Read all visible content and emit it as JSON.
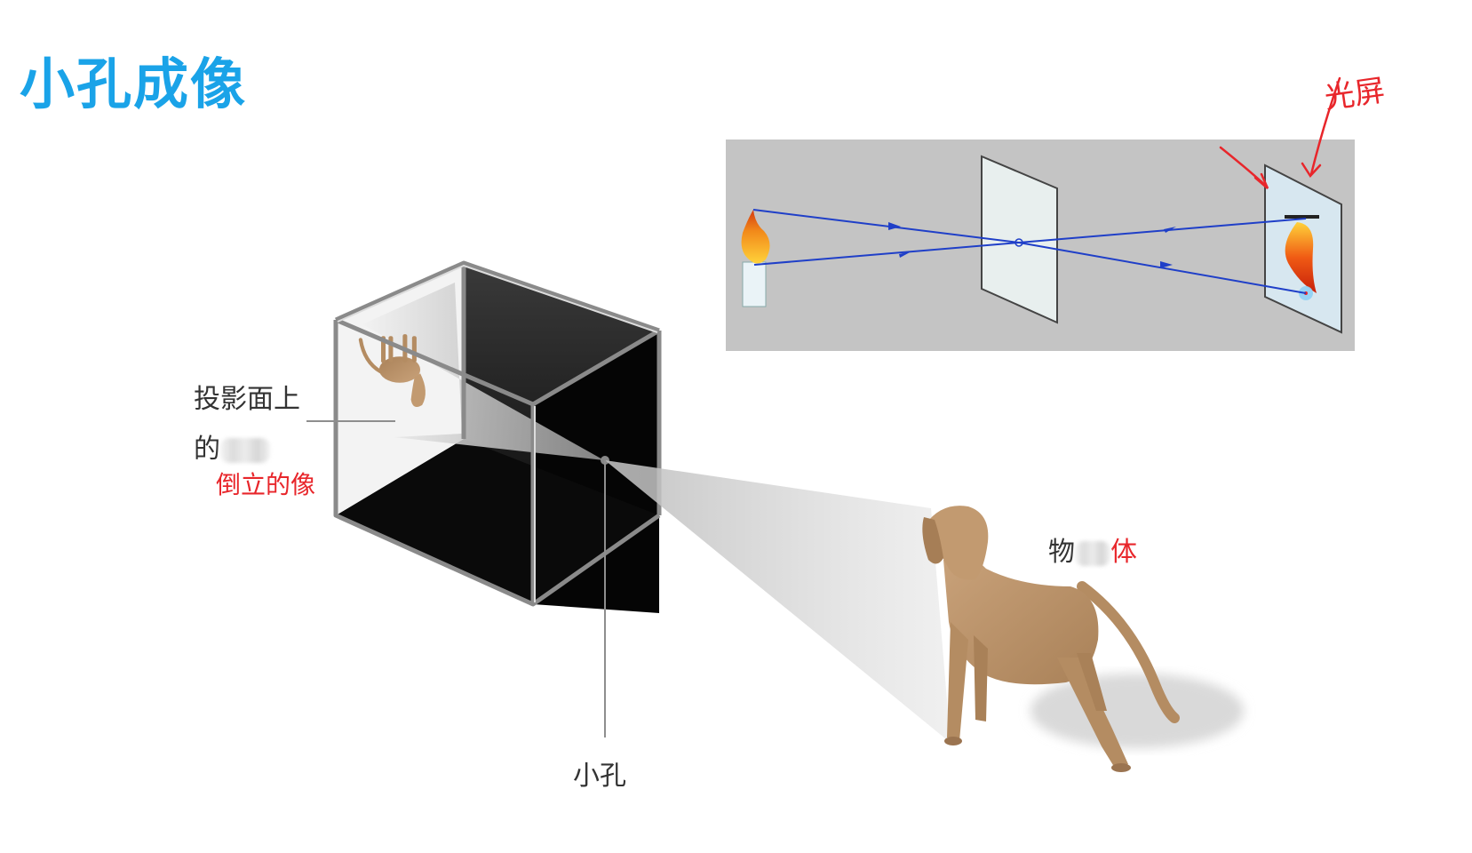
{
  "slide": {
    "title": "小孔成像"
  },
  "labels": {
    "projection_line1": "投影面上",
    "projection_line2_prefix": "的",
    "inverted_image": "倒立的像",
    "object_prefix": "物",
    "object_suffix": "体",
    "pinhole": "小孔"
  },
  "annotation": {
    "handwritten_note": "光屏"
  },
  "colors": {
    "title": "#1aa3e8",
    "annotation_red": "#e8262b",
    "ray_blue": "#1f3fc8",
    "inset_background": "#c4c4c4"
  }
}
